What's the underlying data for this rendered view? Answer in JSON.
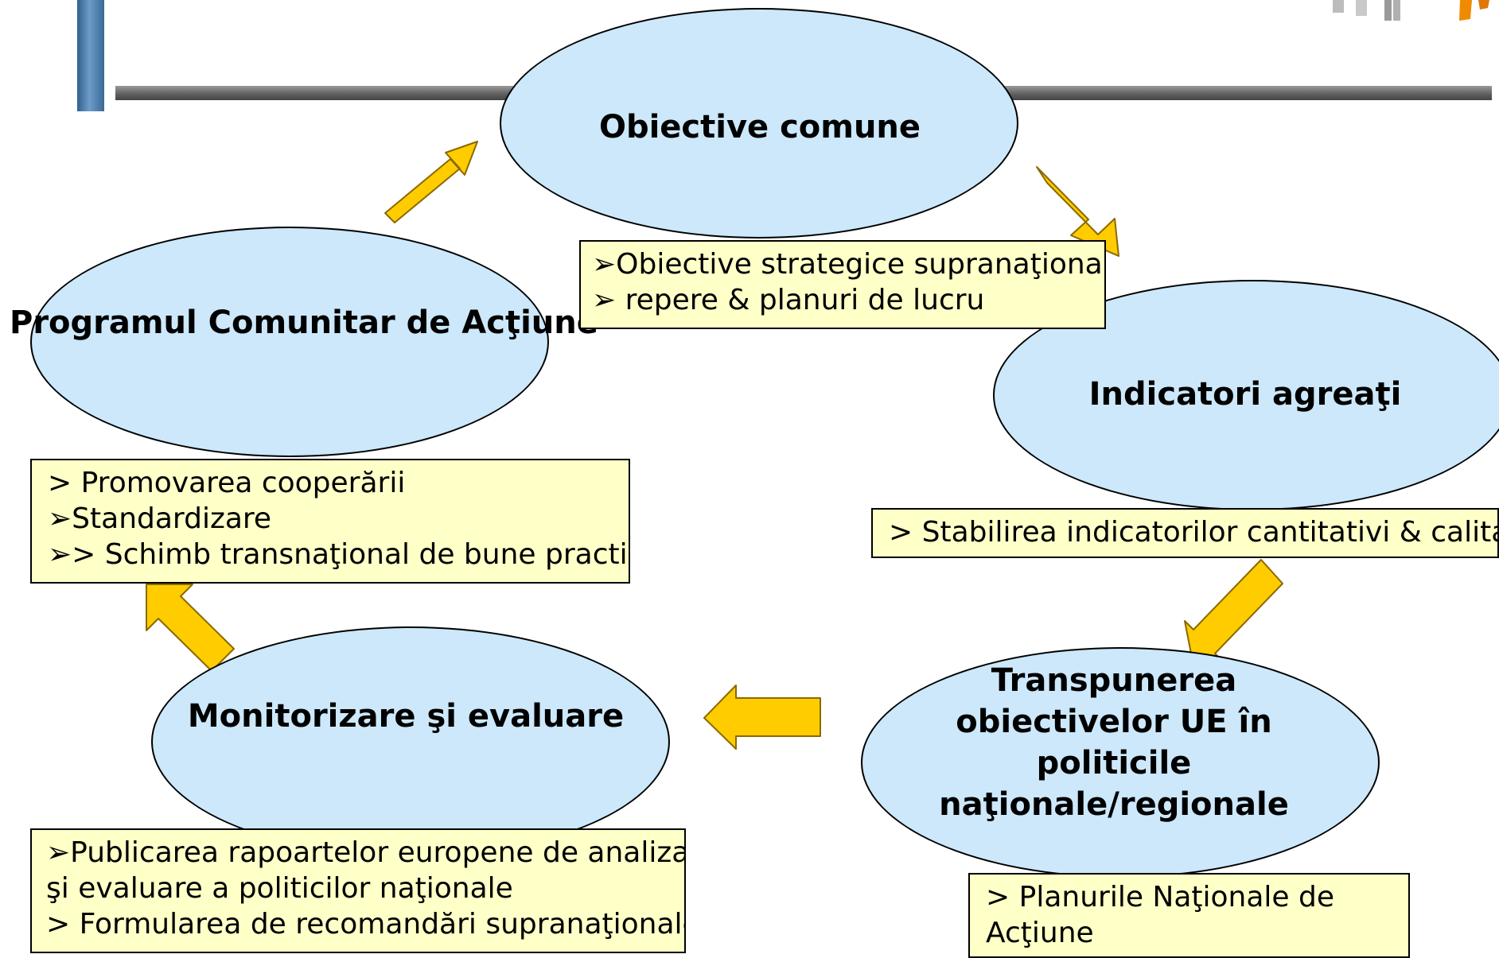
{
  "nodes": {
    "obiective_comune": "Obiective comune",
    "indicatori_agreati": "Indicatori agreaţi",
    "transpunerea": [
      "Transpunerea",
      "obiectivelor UE în",
      "politicile",
      "naţionale/regionale"
    ],
    "monitorizare": "Monitorizare şi evaluare",
    "programul": "Programul Comunitar de Acţiune"
  },
  "boxes": {
    "obiective": [
      "➢Obiective strategice supranaţionale",
      "➢ repere & planuri de lucru"
    ],
    "indicatori": [
      "> Stabilirea indicatorilor cantitativi & calitativi"
    ],
    "planuri": [
      "> Planurile Naţionale de",
      "Acţiune"
    ],
    "publicarea": [
      "➢Publicarea rapoartelor europene de analizare",
      "şi evaluare a politicilor naţionale",
      "> Formularea de recomandări supranaţionale"
    ],
    "promovarea": [
      "> Promovarea cooperării",
      "➢Standardizare",
      "➢> Schimb transnaţional de bune practici"
    ]
  },
  "colors": {
    "ellipse_fill": "#cce8fa",
    "box_fill": "#ffffc8",
    "arrow_fill": "#ffcc00",
    "accent_bar": "#4f7fae"
  }
}
